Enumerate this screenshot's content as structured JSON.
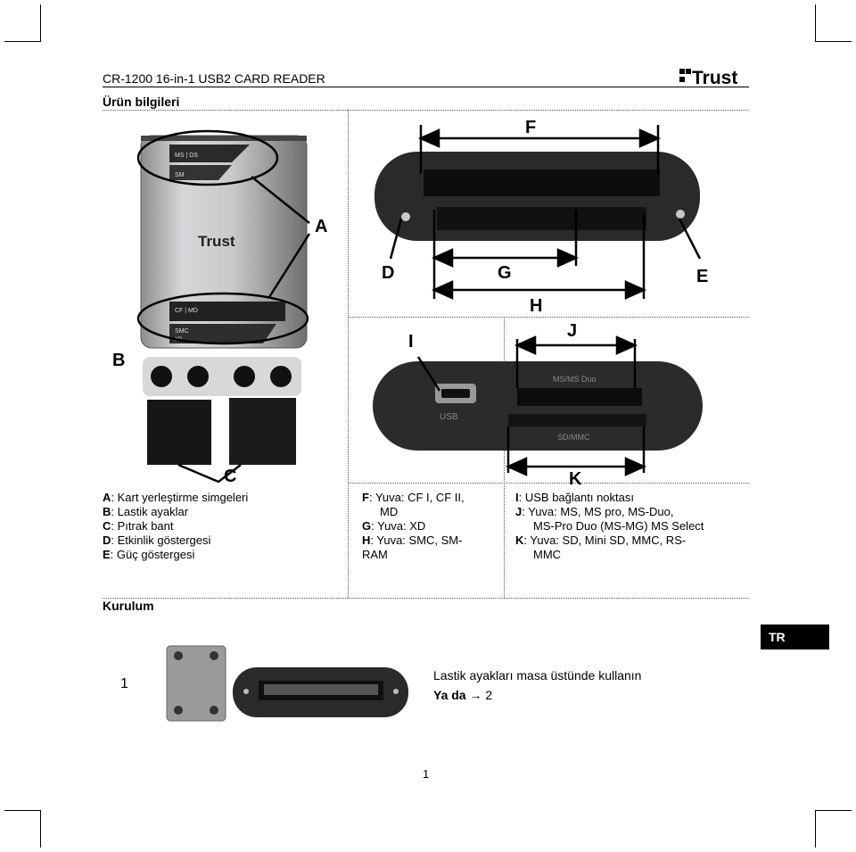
{
  "header": {
    "doc_title": "CR-1200 16-in-1 USB2 CARD READER",
    "brand_logo": "Trust",
    "section1_title": "Ürün bilgileri"
  },
  "figure_labels": {
    "A": "A",
    "B": "B",
    "C": "C",
    "D": "D",
    "E": "E",
    "F": "F",
    "G": "G",
    "H": "H",
    "I": "I",
    "J": "J",
    "K": "K"
  },
  "device_markings": {
    "top_slot": "MS | DS",
    "sm_slot": "SM",
    "front_logo": "Trust",
    "cf_slot": "CF | MD",
    "smc_slot": "SMC",
    "xd_slot": "XD",
    "usb_port": "USB",
    "ms_slot": "MS/MS Duo",
    "sd_slot": "SD/MMC"
  },
  "legend_left": [
    {
      "key": "A",
      "text": "Kart yerleştirme simgeleri"
    },
    {
      "key": "B",
      "text": "Lastik ayaklar"
    },
    {
      "key": "C",
      "text": "Pıtrak bant"
    },
    {
      "key": "D",
      "text": "Etkinlik göstergesi"
    },
    {
      "key": "E",
      "text": "Güç göstergesi"
    }
  ],
  "legend_middle": [
    {
      "key": "F",
      "text": "Yuva: CF I, CF II,",
      "cont": "MD"
    },
    {
      "key": "G",
      "text": "Yuva: XD",
      "cont": ""
    },
    {
      "key": "H",
      "text": "Yuva: SMC, SM-",
      "cont": "RAM"
    }
  ],
  "legend_right": [
    {
      "key": "I",
      "text": "USB bağlantı noktası",
      "cont": ""
    },
    {
      "key": "J",
      "text": "Yuva: MS, MS pro, MS-Duo,",
      "cont": "MS-Pro Duo (MS-MG) MS Select"
    },
    {
      "key": "K",
      "text": "Yuva: SD, Mini SD, MMC, RS-",
      "cont": "MMC"
    }
  ],
  "installation": {
    "section_title": "Kurulum",
    "language_badge": "TR",
    "step_number": "1",
    "step_line1": "Lastik ayakları masa üstünde kullanın",
    "step_line2_bold": "Ya da",
    "step_line2_arrow": "→",
    "step_line2_target": "2"
  },
  "footer": {
    "page_number": "1"
  }
}
